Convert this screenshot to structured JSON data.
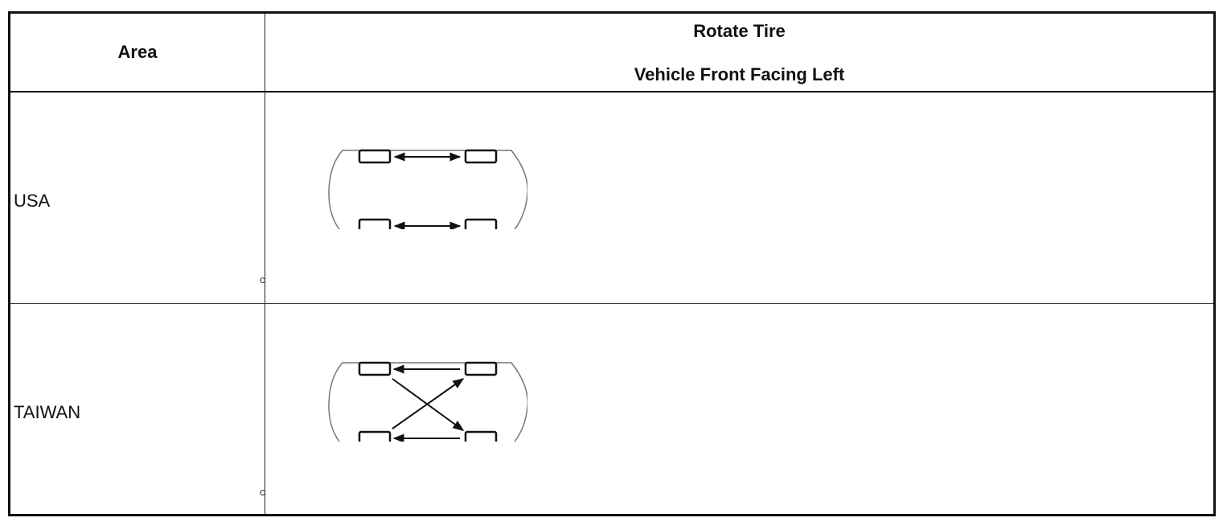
{
  "table": {
    "header": {
      "area": "Area",
      "rotate_title": "Rotate Tire",
      "orientation": "Vehicle Front Facing Left"
    },
    "rows": [
      {
        "area": "USA",
        "pattern": "front-rear-straight",
        "code": "c"
      },
      {
        "area": "TAIWAN",
        "pattern": "rearward-cross",
        "code": "c"
      }
    ]
  },
  "colors": {
    "border": "#111111",
    "vehicle_outline": "#777777",
    "tire": "#111111",
    "arrow": "#111111"
  }
}
